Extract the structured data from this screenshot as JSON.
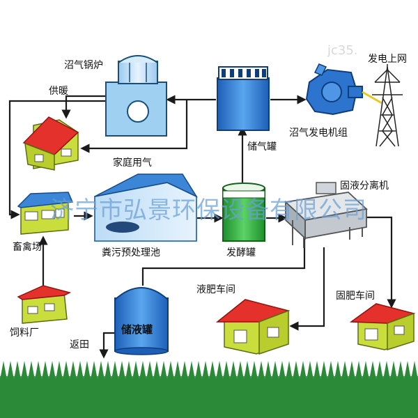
{
  "labels": {
    "boiler": "沼气锅炉",
    "heating": "供暖",
    "household_gas": "家庭用气",
    "gas_tank": "储气罐",
    "generator": "沼气发电机组",
    "grid": "发电上网",
    "separator": "固液分离机",
    "livestock": "畜禽场",
    "pretreatment": "粪污预处理池",
    "fermenter": "发酵罐",
    "liquid_tank": "储液罐",
    "liquid_fert": "液肥车间",
    "solid_fert": "固肥车间",
    "feed_mill": "饲料厂",
    "return_field": "返田"
  },
  "watermark": "济宁市弘景环保设备有限公司",
  "corner_watermark": "jc35.",
  "colors": {
    "arrow": "#1a1a1a",
    "tank_blue": "#2f7fd8",
    "tank_green": "#3dbb4a",
    "roof_red": "#e5312b",
    "roof_blue": "#3b86d6",
    "grass": "#2e9e3e"
  }
}
